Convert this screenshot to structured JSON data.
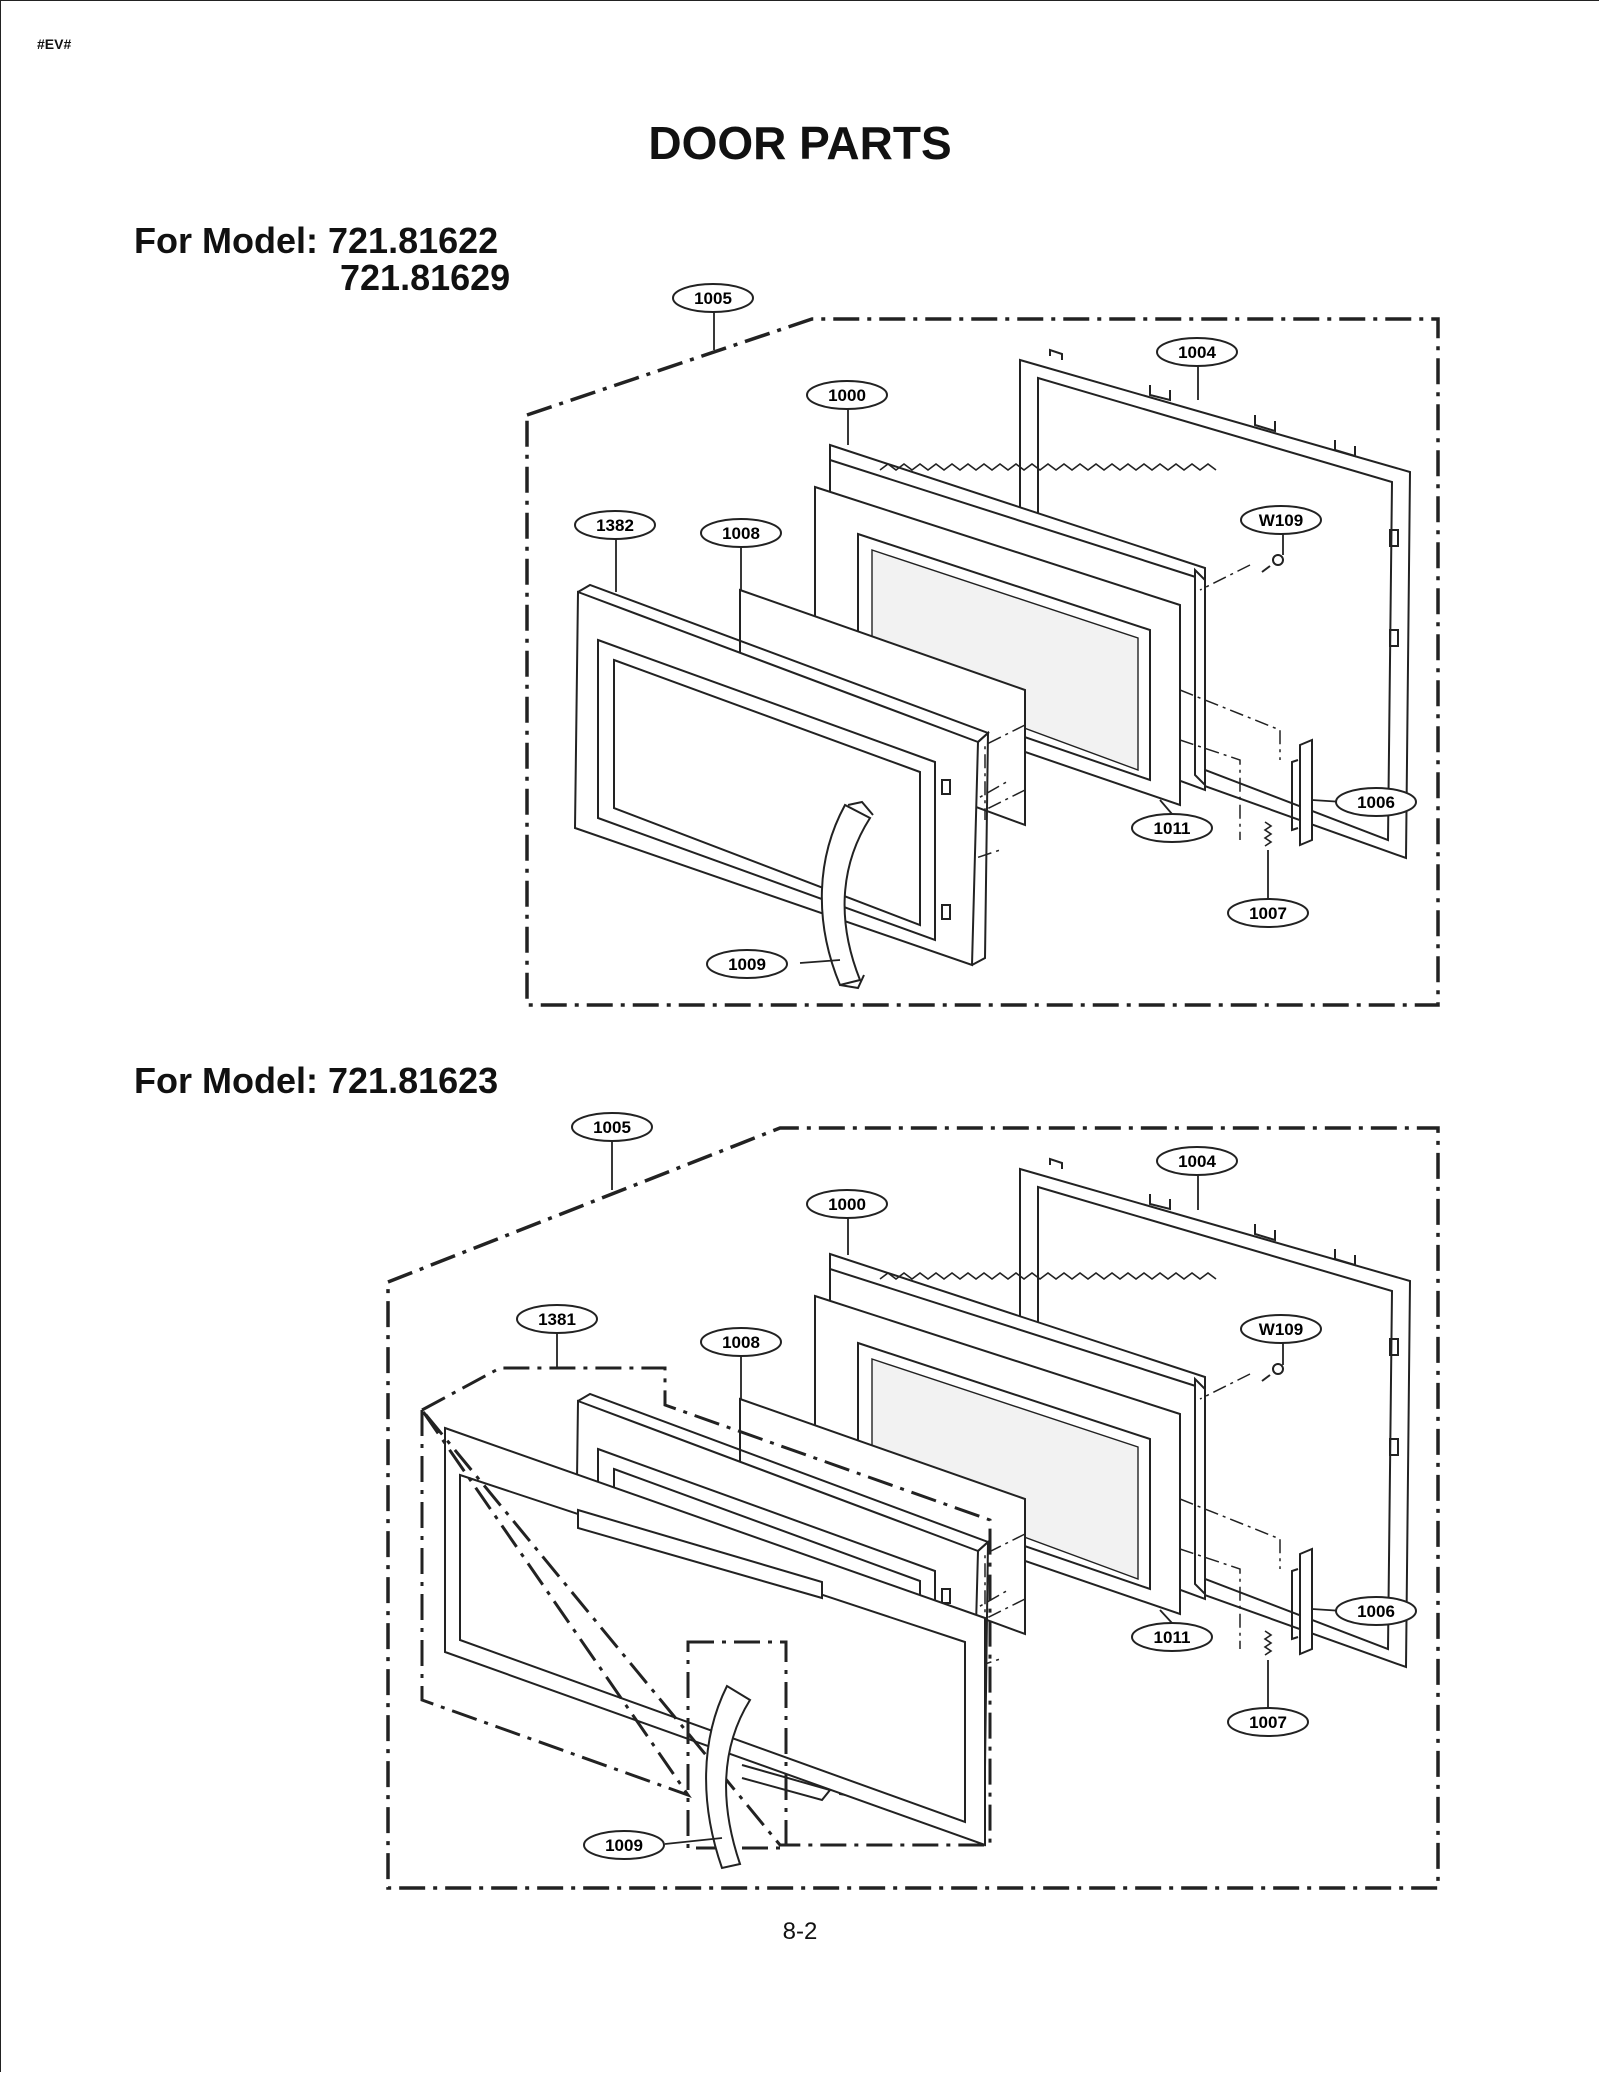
{
  "page_tag": "#EV#",
  "title": "DOOR PARTS",
  "sections": [
    {
      "model_prefix": "For Model:",
      "models": [
        "721.81622",
        "721.81629"
      ],
      "callouts": [
        "1005",
        "1004",
        "1000",
        "1382",
        "1008",
        "W109",
        "1006",
        "1011",
        "1007",
        "1009"
      ]
    },
    {
      "model_prefix": "For Model:",
      "models": [
        "721.81623"
      ],
      "callouts": [
        "1005",
        "1004",
        "1000",
        "1381",
        "1008",
        "W109",
        "1006",
        "1011",
        "1007",
        "1009"
      ]
    }
  ],
  "page_number": "8-2"
}
